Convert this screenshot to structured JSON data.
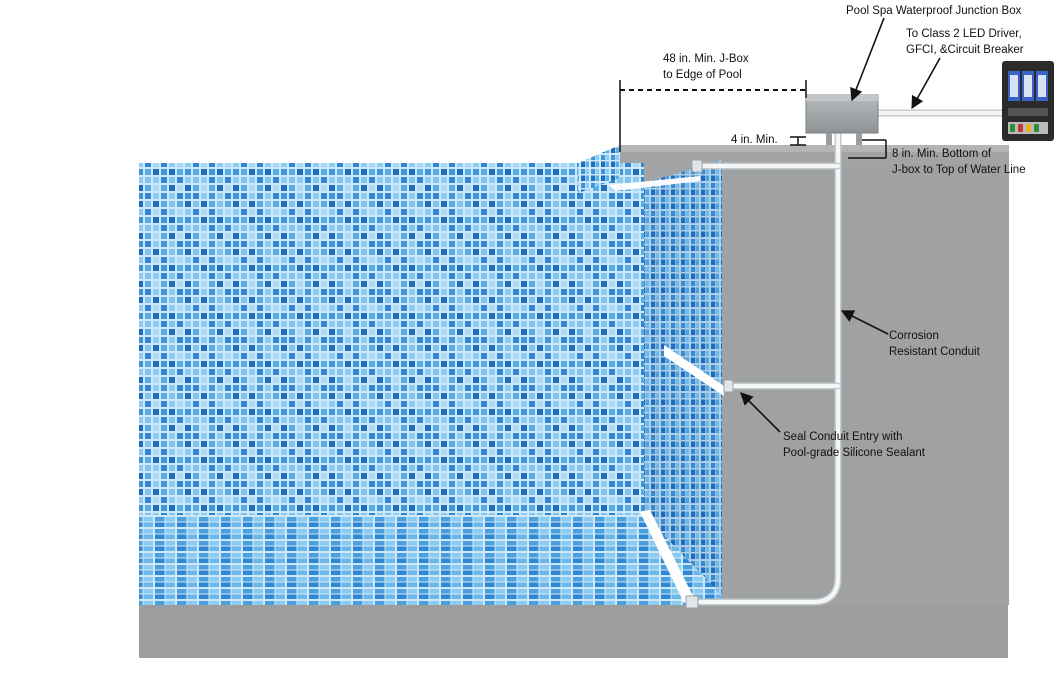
{
  "labels": {
    "junction_box": "Pool  Spa  Waterproof Junction Box",
    "driver_line1": "To Class 2 LED Driver,",
    "driver_line2": "GFCI, &Circuit Breaker",
    "distance_line1": "48 in. Min. J-Box",
    "distance_line2": "to Edge of Pool",
    "four_in": "4 in. Min.",
    "eight_line1": "8 in. Min. Bottom of",
    "eight_line2": "J-box to Top of Water Line",
    "conduit_line1": "Corrosion",
    "conduit_line2": "Resistant Conduit",
    "seal_line1": "Seal Conduit Entry with",
    "seal_line2": "Pool-grade Silicone Sealant"
  },
  "colors": {
    "concrete": "#9fa0a1",
    "concrete_dark": "#8d8e8f",
    "tile": "#3f95d8",
    "tile_light": "#8ccbf2",
    "grout": "#cfe8f8",
    "conduit": "#eef2f5",
    "box": "#a9acaf",
    "driver": "#2b2b2b",
    "driver_accent": "#3a63c8"
  }
}
